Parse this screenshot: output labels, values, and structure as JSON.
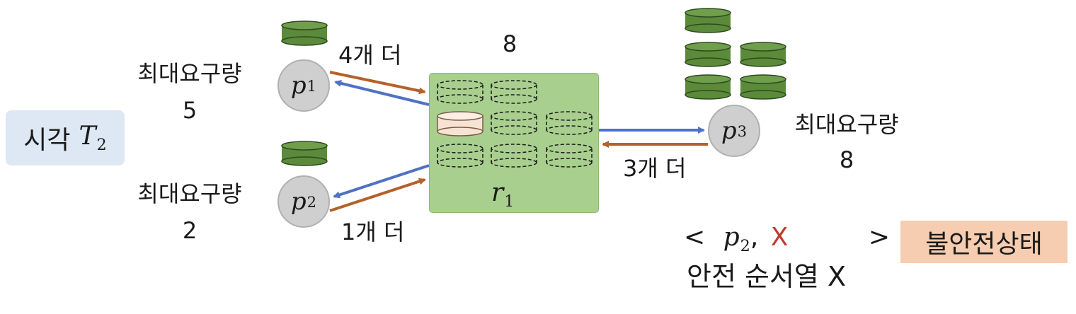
{
  "time_label": {
    "text": "시각",
    "var": "T",
    "sub": "2"
  },
  "resource": {
    "name": "r",
    "sub": "1",
    "total": "8",
    "color_box": "#a9cf8f"
  },
  "processes": [
    {
      "var": "p",
      "sub": "1",
      "max_label": "최대요구량",
      "max_value": "5",
      "request_label": "4개 더"
    },
    {
      "var": "p",
      "sub": "2",
      "max_label": "최대요구량",
      "max_value": "2",
      "request_label": "1개 더"
    },
    {
      "var": "p",
      "sub": "3",
      "max_label": "최대요구량",
      "max_value": "8",
      "request_label": "3개 더"
    }
  ],
  "sequence": {
    "open": "<",
    "var": "p",
    "sub": "2",
    "comma": ",",
    "mark": "X",
    "close": ">"
  },
  "unsafe_state": "불안전상태",
  "safe_sequence_label": "안전 순서열 X",
  "colors": {
    "request_arrow": "#b5612a",
    "allocation_arrow": "#4f72c4",
    "held_instance": "#5b8a3a",
    "free_instance_fill": "#f6e3d4",
    "mark_red": "#c0392b"
  }
}
